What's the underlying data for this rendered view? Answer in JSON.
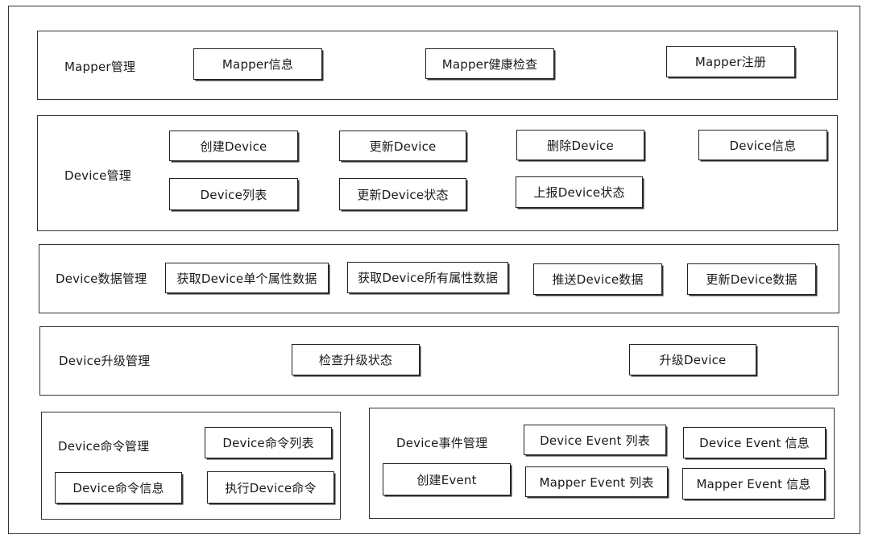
{
  "mapper": {
    "title": "Mapper管理",
    "items": [
      "Mapper信息",
      "Mapper健康检查",
      "Mapper注册"
    ]
  },
  "device": {
    "title": "Device管理",
    "items": [
      "创建Device",
      "更新Device",
      "删除Device",
      "Device信息",
      "Device列表",
      "更新Device状态",
      "上报Device状态"
    ]
  },
  "device_data": {
    "title": "Device数据管理",
    "items": [
      "获取Device单个属性数据",
      "获取Device所有属性数据",
      "推送Device数据",
      "更新Device数据"
    ]
  },
  "upgrade": {
    "title": "Device升级管理",
    "items": [
      "检查升级状态",
      "升级Device"
    ]
  },
  "command": {
    "title": "Device命令管理",
    "items": [
      "Device命令列表",
      "Device命令信息",
      "执行Device命令"
    ]
  },
  "event": {
    "title": "Device事件管理",
    "items": [
      "Device Event 列表",
      "Device Event 信息",
      "创建Event",
      "Mapper Event 列表",
      "Mapper Event 信息"
    ]
  }
}
